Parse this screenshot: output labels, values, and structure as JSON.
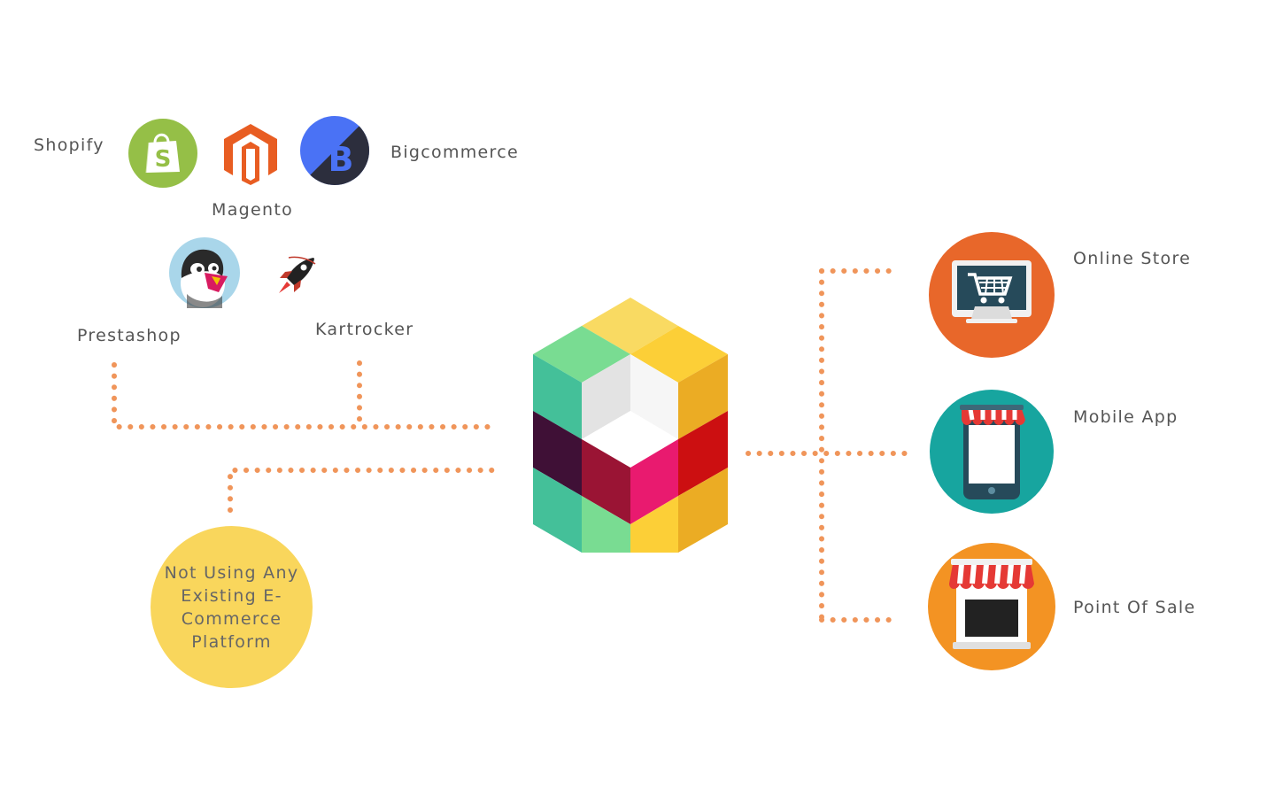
{
  "platforms": {
    "shopify": "Shopify",
    "magento": "Magento",
    "bigcommerce": "Bigcommerce",
    "prestashop": "Prestashop",
    "kartrocker": "Kartrocker"
  },
  "no_platform": {
    "label": "Not Using Any Existing E-Commerce Platform",
    "color": "#f9d65c"
  },
  "channels": {
    "online_store": "Online Store",
    "mobile_app": "Mobile App",
    "point_of_sale": "Point Of Sale"
  },
  "colors": {
    "connector": "#f0955a",
    "shopify_green": "#95bf47",
    "magento_orange": "#e85d22",
    "bigcommerce_blue": "#4a72f5",
    "online_store_bg": "#e8672a",
    "mobile_app_bg": "#17a59f",
    "point_of_sale_bg": "#f39323"
  },
  "icons": {
    "shopify": "shopping-bag-icon",
    "magento": "magento-logo-icon",
    "bigcommerce": "bigcommerce-logo-icon",
    "prestashop": "puffin-icon",
    "kartrocker": "rocket-icon",
    "hub": "cube-logo-icon",
    "online_store": "monitor-cart-icon",
    "mobile_app": "phone-store-icon",
    "point_of_sale": "storefront-icon"
  }
}
